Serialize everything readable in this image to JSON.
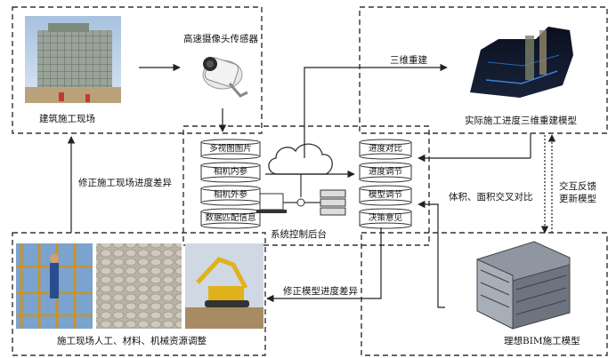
{
  "nodes": {
    "construction_site": "建筑施工现场",
    "camera": "高速摄像头传感器",
    "reconstruction_model": "实际施工进度三维重建模型",
    "control_backend": "系统控制后台",
    "resources": "施工现场人工、材料、机械资源调整",
    "bim_model": "理想BIM施工模型"
  },
  "data_items": [
    "多视图图片",
    "相机内参",
    "相机外参",
    "数据匹配信息"
  ],
  "decision_items": [
    "进度对比",
    "进度调节",
    "模型调节",
    "决策意见"
  ],
  "edges": {
    "reconstruction": "三维重建",
    "correct_site": "修正施工现场进度差异",
    "volume_compare": "体积、面积交叉对比",
    "feedback_line1": "交互反馈",
    "feedback_line2": "更新模型",
    "correct_model": "修正模型进度差异"
  },
  "colors": {
    "line": "#222222",
    "dashed_box": "#333333"
  }
}
